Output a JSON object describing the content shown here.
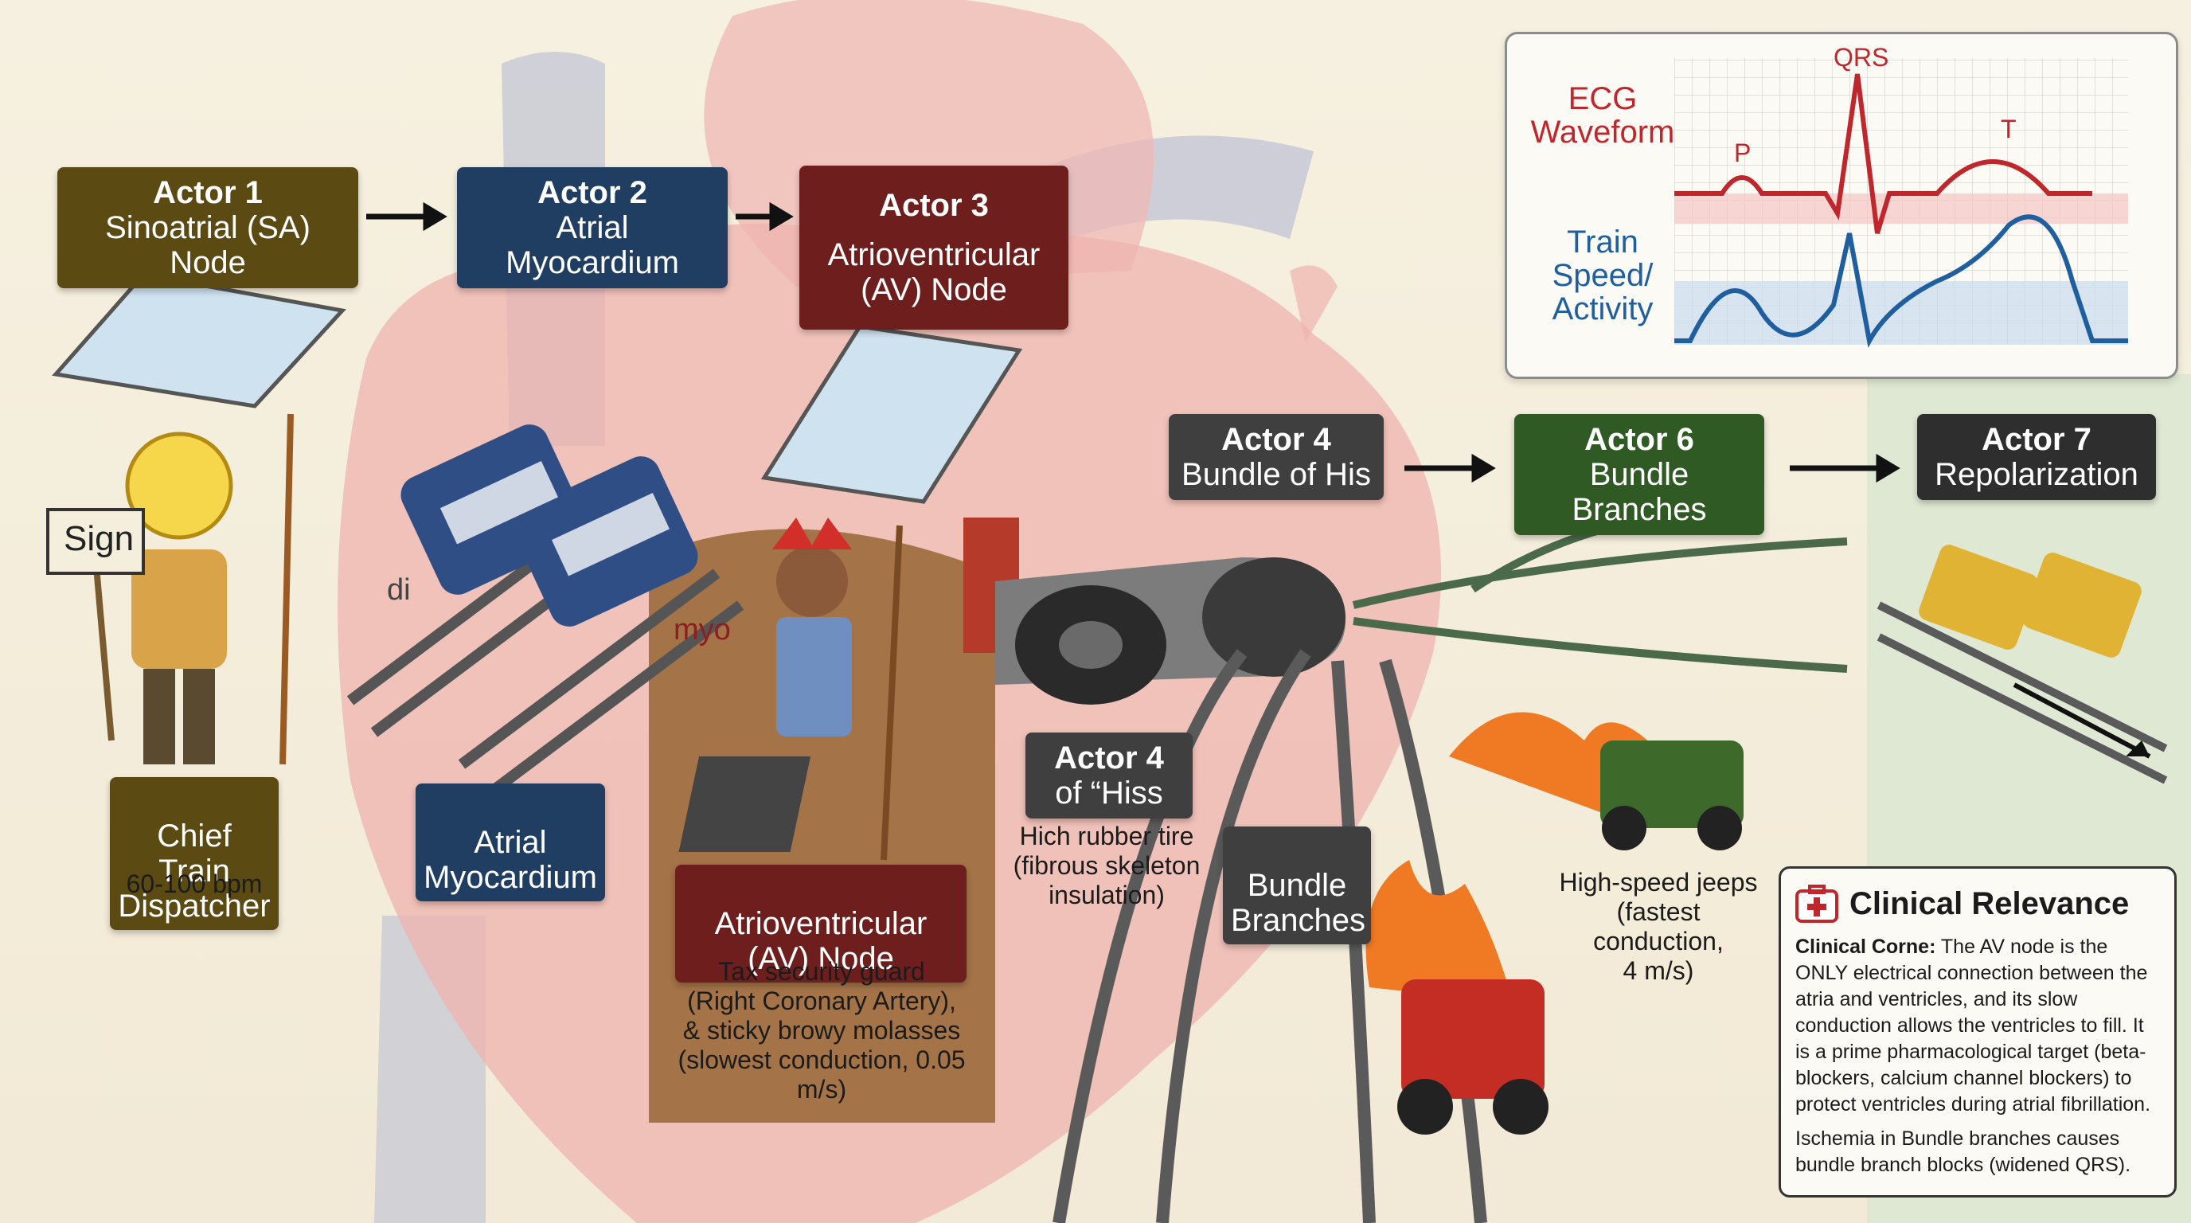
{
  "actors": {
    "a1": {
      "title": "Actor 1",
      "name": "Sinoatrial (SA) Node"
    },
    "a2": {
      "title": "Actor 2",
      "name": "Atrial Myocardium"
    },
    "a3": {
      "title": "Actor 3",
      "name": "Atrioventricular\n(AV) Node"
    },
    "a4": {
      "title": "Actor 4",
      "name": "Bundle of His"
    },
    "a6": {
      "title": "Actor 6",
      "name": "Bundle Branches"
    },
    "a7": {
      "title": "Actor 7",
      "name": "Repolarization"
    },
    "a4b": {
      "title": "Actor 4",
      "name": "of “Hiss"
    }
  },
  "scene_labels": {
    "dispatcher": "Chief Train\nDispatcher",
    "dispatcher_rate": "60-100 bpm",
    "sign": "Sign",
    "atrial": "Atrial\nMyocardium",
    "av_node": "Atrioventricular\n(AV) Node",
    "av_caption": "Tax security guard\n(Right Coronary Artery),\n& sticky browy molasses\n(slowest conduction, 0.05 m/s)",
    "tire_caption": "Hich rubber tire\n(fibrous skeleton\ninsulation)",
    "bundle_branches": "Bundle\nBranches",
    "jeeps_caption": "High-speed jeeps\n(fastest conduction,\n4 m/s)",
    "scribble_di": "di",
    "scribble_myo": "myo"
  },
  "ecg": {
    "title": "ECG\nWaveform",
    "subtitle": "Train\nSpeed/\nActivity",
    "peak_p": "P",
    "peak_qrs": "QRS",
    "peak_t": "T",
    "ecg_color": "#c0272d",
    "speed_color": "#1f5fa0"
  },
  "clinical": {
    "title": "Clinical Relevance",
    "lead": "Clinical Corne:",
    "text1": " The AV node is the ONLY electrical connection between the atria and ventricles, and its slow conduction allows the ventricles to fill. It is a prime pharmacological target (beta-blockers, calcium channel blockers) to protect ventricles during atrial fibrillation.",
    "text2": "Ischemia in Bundle branches causes bundle branch blocks (widened QRS)."
  }
}
